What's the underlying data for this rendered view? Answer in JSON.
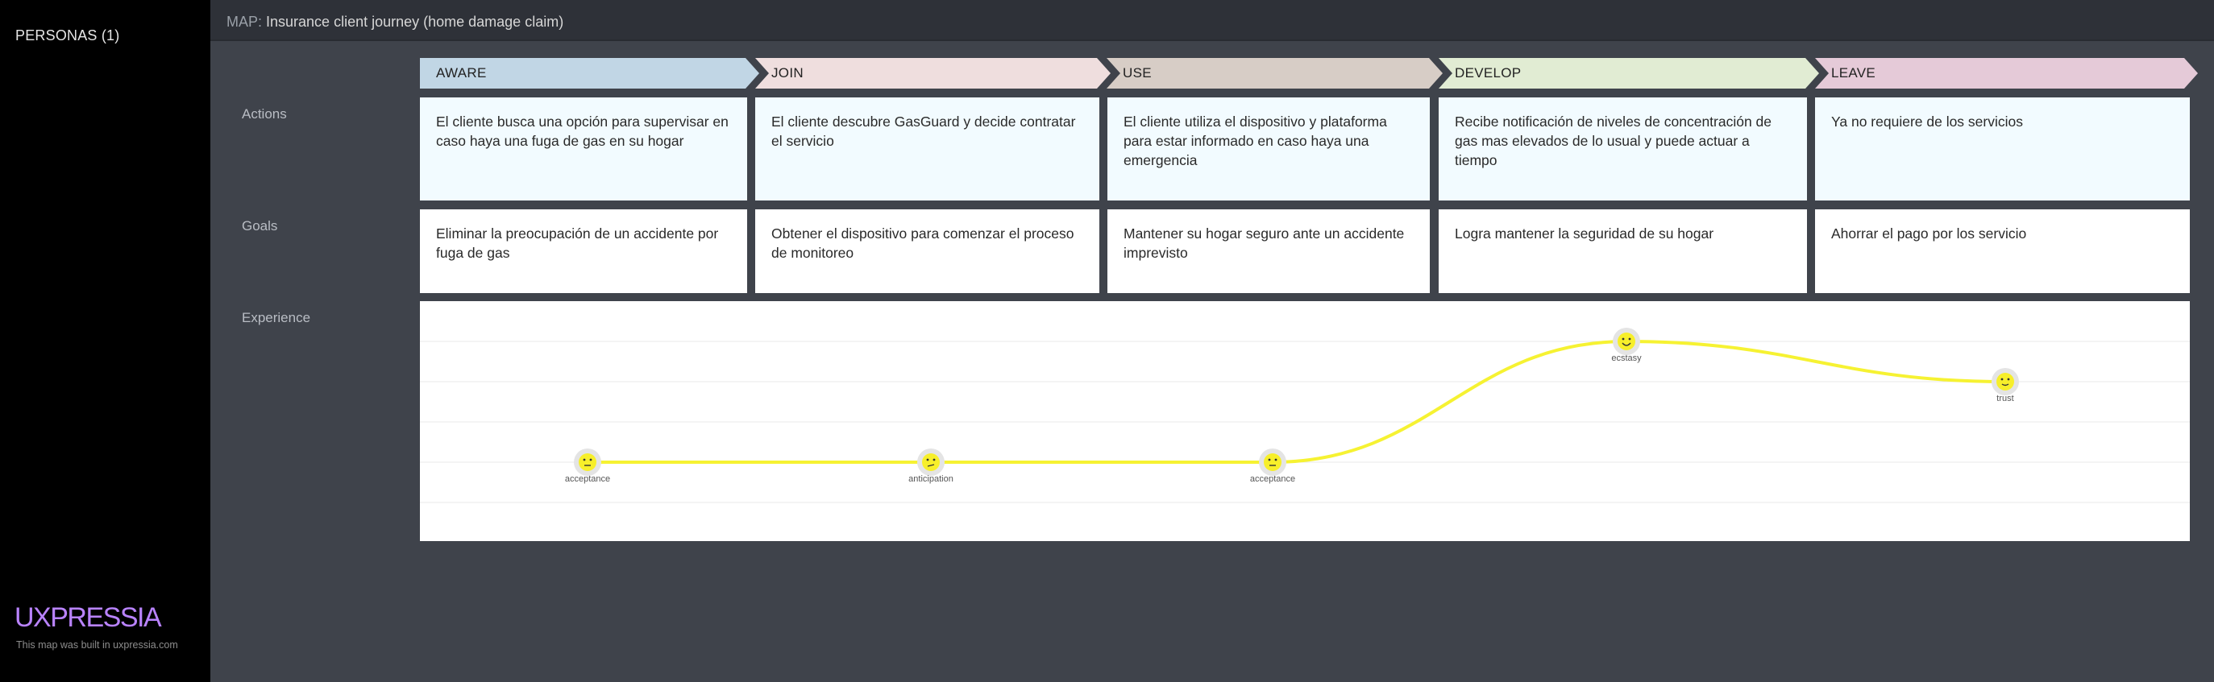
{
  "sidebar": {
    "personas_label": "PERSONAS (1)",
    "brand": "UXPRESSIA",
    "built_text": "This map was built in uxpressia.com"
  },
  "header": {
    "prefix": "MAP:",
    "title": " Insurance client journey (home damage claim)"
  },
  "rows": {
    "actions": "Actions",
    "goals": "Goals",
    "experience": "Experience"
  },
  "stages": [
    {
      "name": "AWARE",
      "color": "#c1d6e5"
    },
    {
      "name": "JOIN",
      "color": "#efdede"
    },
    {
      "name": "USE",
      "color": "#d7cdc6"
    },
    {
      "name": "DEVELOP",
      "color": "#e1ecd3"
    },
    {
      "name": "LEAVE",
      "color": "#e5cad8"
    }
  ],
  "actions": [
    "El cliente busca una opción para  supervisar en caso haya una fuga de gas en su hogar",
    "El cliente descubre GasGuard y decide contratar el servicio",
    "El cliente utiliza el dispositivo y plataforma para estar informado en caso haya una emergencia",
    "Recibe notificación de niveles de concentración de gas mas elevados de lo usual y puede actuar a tiempo",
    "Ya no requiere de los servicios"
  ],
  "goals": [
    "Eliminar la preocupación de un accidente por fuga de gas",
    "Obtener el dispositivo para comenzar el proceso de monitoreo",
    "Mantener su hogar seguro ante un accidente imprevisto",
    "Logra mantener la seguridad de su hogar",
    "Ahorrar el pago por los servicio"
  ],
  "experience": {
    "line_color": "#f6f232",
    "points": [
      {
        "emotion": "acceptance",
        "level": 1,
        "face": "neutral"
      },
      {
        "emotion": "anticipation",
        "level": 1,
        "face": "thinking"
      },
      {
        "emotion": "acceptance",
        "level": 1,
        "face": "neutral"
      },
      {
        "emotion": "ecstasy",
        "level": 4,
        "face": "happy"
      },
      {
        "emotion": "trust",
        "level": 3,
        "face": "smile"
      }
    ]
  }
}
